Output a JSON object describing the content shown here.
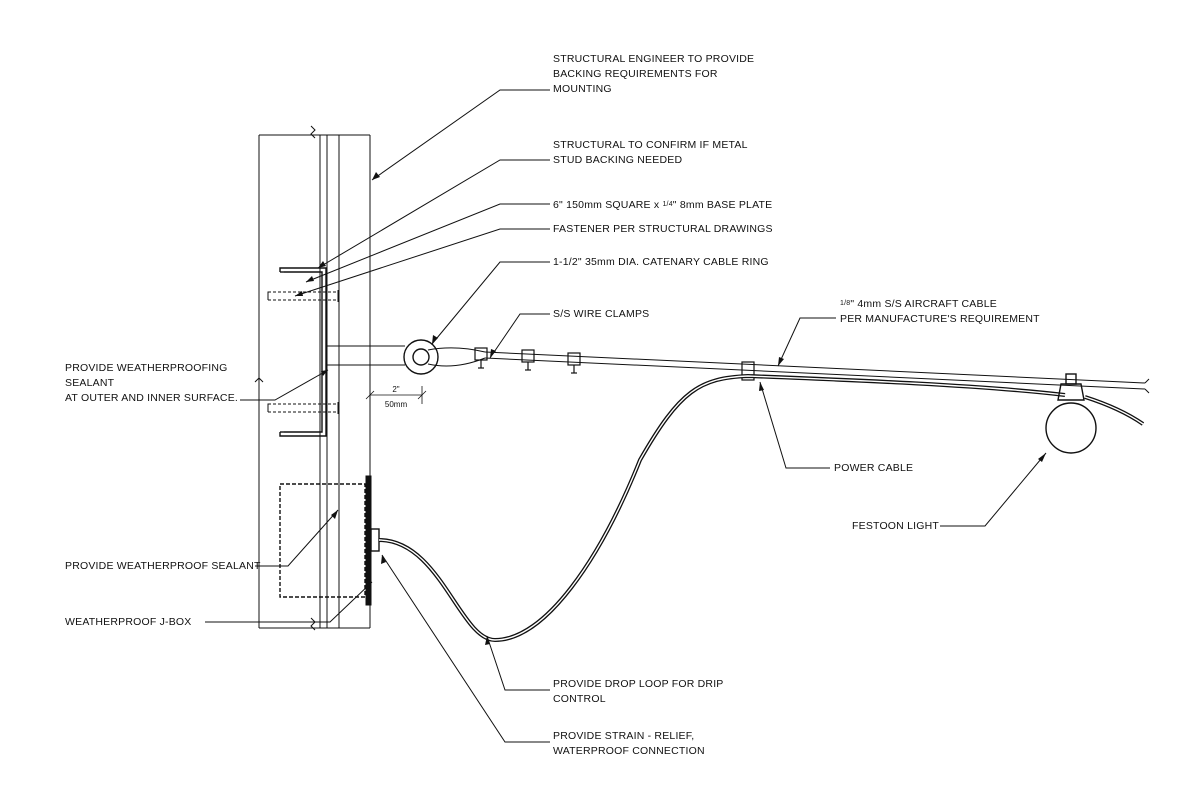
{
  "notes": {
    "structural_engineer": [
      "STRUCTURAL ENGINEER TO PROVIDE",
      "BACKING REQUIREMENTS FOR",
      "MOUNTING"
    ],
    "metal_stud": [
      "STRUCTURAL TO CONFIRM IF METAL",
      "STUD BACKING NEEDED"
    ],
    "base_plate": {
      "prefix": "6\" 150mm SQUARE x ",
      "fraction": "1/4",
      "suffix": "\" 8mm BASE PLATE"
    },
    "fastener": "FASTENER PER STRUCTURAL DRAWINGS",
    "cable_ring": "1-1/2\" 35mm DIA. CATENARY CABLE RING",
    "wire_clamps": "S/S WIRE CLAMPS",
    "aircraft_cable": {
      "fraction": "1/8",
      "line1_suffix": "\" 4mm S/S AIRCRAFT CABLE",
      "line2": "PER MANUFACTURE'S REQUIREMENT"
    },
    "weatherproofing": [
      "PROVIDE WEATHERPROOFING",
      "SEALANT",
      "AT OUTER AND INNER SURFACE."
    ],
    "power_cable": "POWER CABLE",
    "festoon_light": "FESTOON LIGHT",
    "weatherproof_sealant": "PROVIDE WEATHERPROOF SEALANT",
    "jbox": "WEATHERPROOF J-BOX",
    "drop_loop": [
      "PROVIDE DROP LOOP FOR DRIP",
      "CONTROL"
    ],
    "strain_relief": [
      "PROVIDE STRAIN - RELIEF,",
      "WATERPROOF CONNECTION"
    ]
  },
  "dimension": {
    "imperial": "2\"",
    "metric": "50mm"
  },
  "colors": {
    "ink": "#111111",
    "background": "#ffffff"
  }
}
